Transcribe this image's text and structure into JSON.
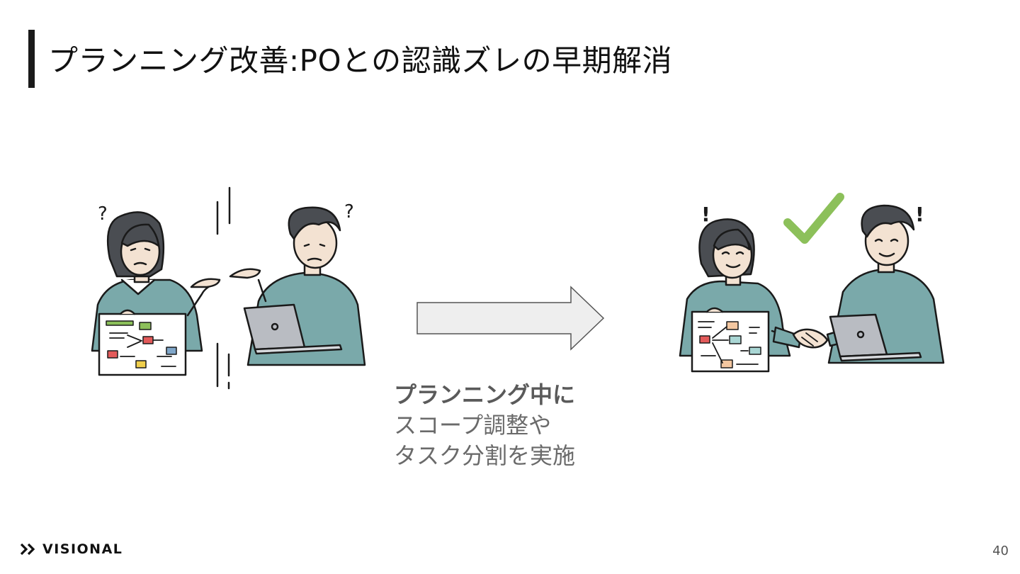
{
  "slide": {
    "title": "プランニング改善:POとの認識ズレの早期解消",
    "caption": {
      "line1": "プランニング中に",
      "line2": "スコープ調整や",
      "line3": "タスク分割を実施"
    },
    "left_marks": {
      "q1": "?",
      "q2": "?"
    },
    "right_marks": {
      "e1": "!",
      "e2": "!"
    },
    "logo_text": "VISIONAL",
    "page_number": "40"
  },
  "colors": {
    "shirt": "#7aa9aa",
    "hair": "#4a4d52",
    "skin": "#f3e2d2",
    "check": "#8cc05a",
    "arrow_fill": "#eeeeee",
    "laptop": "#b9bcc2"
  },
  "icons": [
    "check-icon",
    "arrow-right-icon",
    "visional-logo-icon"
  ]
}
